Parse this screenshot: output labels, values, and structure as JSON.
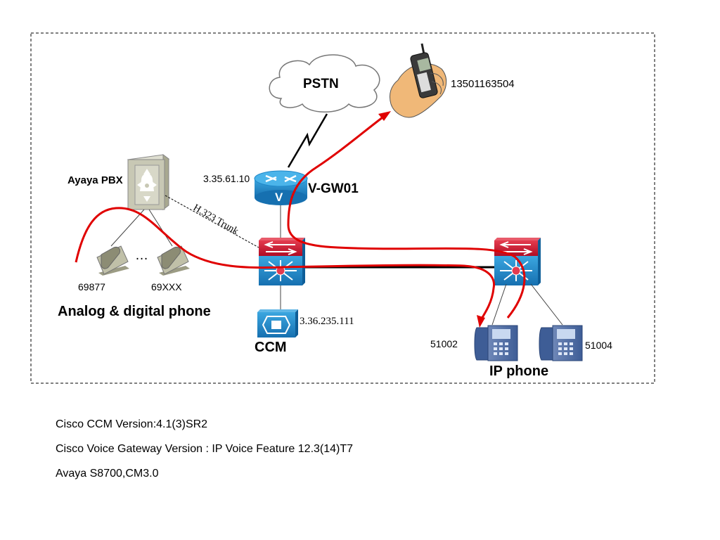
{
  "labels": {
    "pstn": "PSTN",
    "mobile_number": "13501163504",
    "gateway_ip": "3.35.61.10",
    "gateway_name": "V-GW01",
    "gateway_badge": "V",
    "pbx_name": "Ayaya PBX",
    "trunk": "H.323 Trunk",
    "ellipsis": "…",
    "phone_left": "69877",
    "phone_right": "69XXX",
    "analog_caption": "Analog & digital phone",
    "ccm_ip": "3.36.235.111",
    "ccm_name": "CCM",
    "ipphone_left": "51002",
    "ipphone_right": "51004",
    "ipphone_caption": "IP phone"
  },
  "notes": [
    "Cisco CCM Version:4.1(3)SR2",
    "Cisco Voice Gateway Version : IP Voice Feature 12.3(14)T7",
    "Avaya S8700,CM3.0"
  ],
  "colors": {
    "call_path": "#e00000",
    "cisco_blue": "#1f87c8",
    "cisco_red": "#c8102e",
    "pbx_gray": "#c8c8b4",
    "phone_gray": "#b4b49c",
    "hand_skin": "#f0b878"
  }
}
